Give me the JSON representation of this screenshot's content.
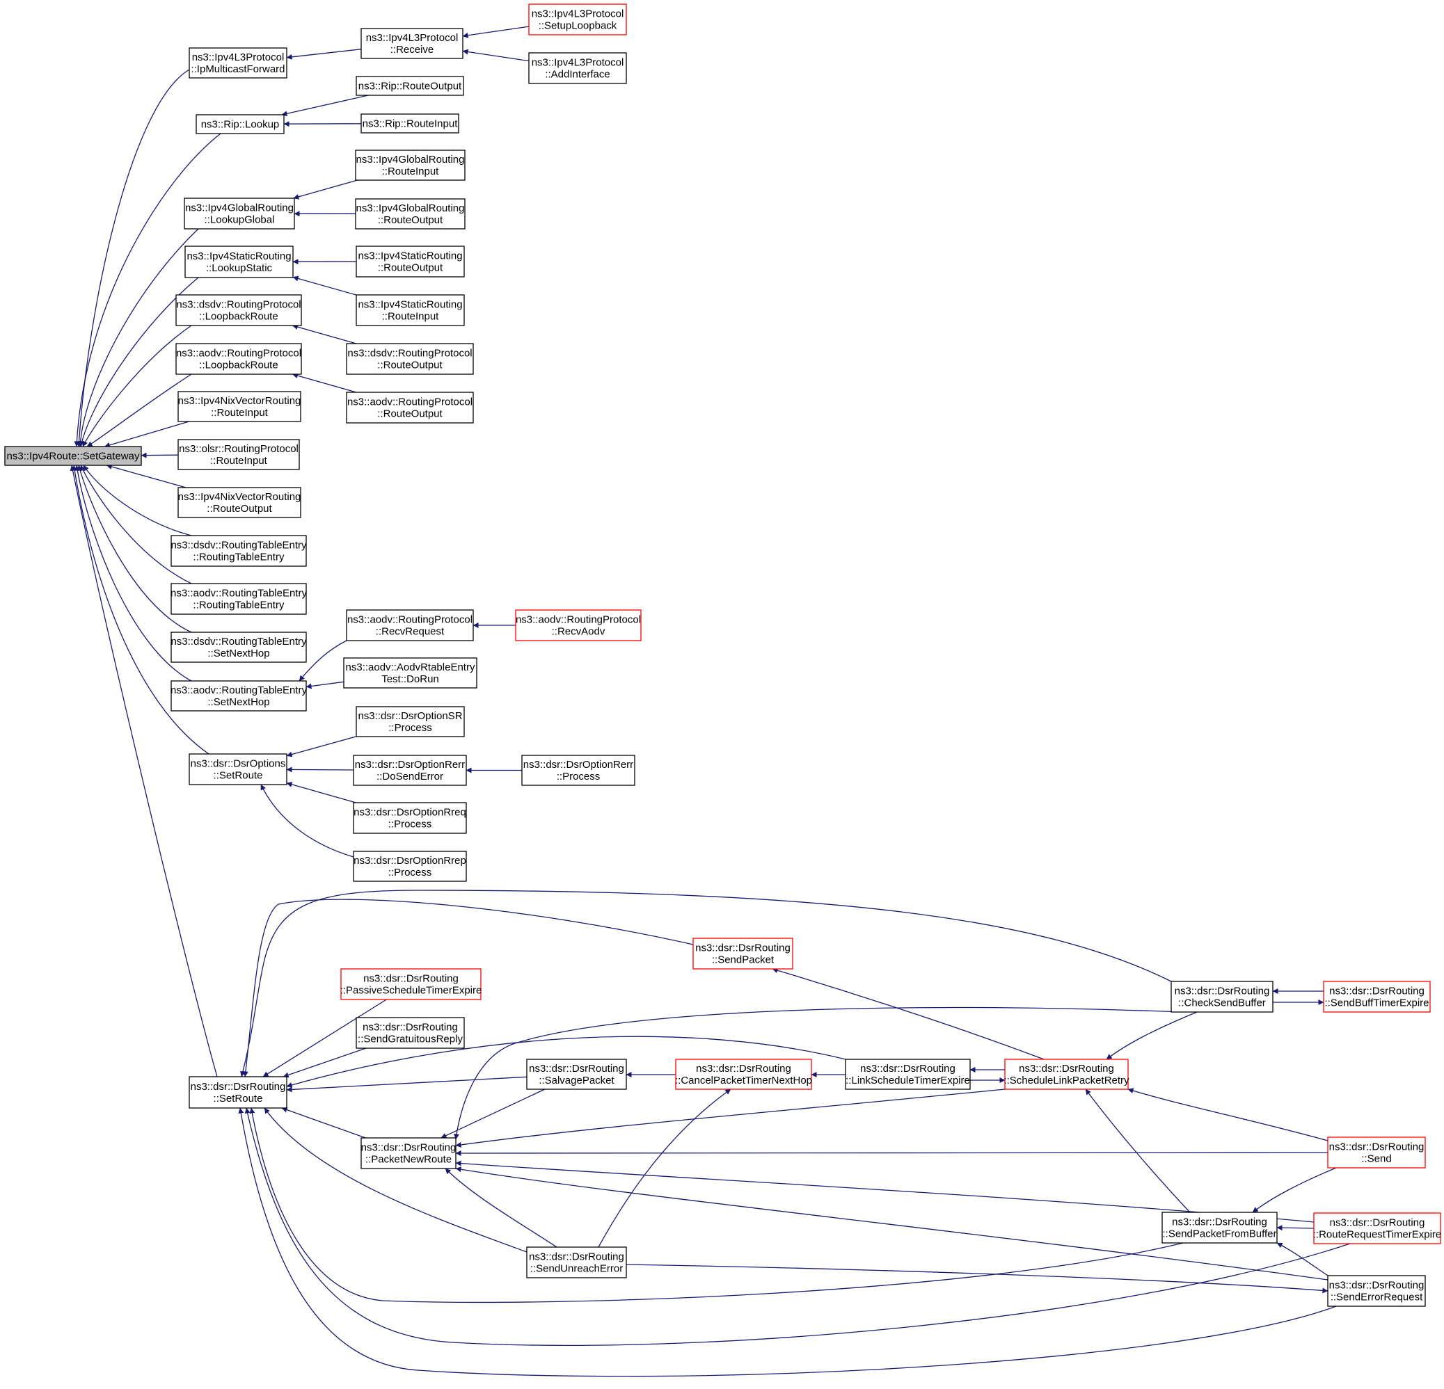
{
  "root": "ns3::Ipv4Route::SetGateway",
  "colors": {
    "edge": "#191970",
    "box_border": "#000000",
    "box_border_truncated": "#ff0000",
    "root_fill": "#bfbfbf",
    "box_fill": "#ffffff"
  },
  "nodes": [
    {
      "id": "root",
      "lines": [
        "ns3::Ipv4Route::SetGateway"
      ],
      "truncated": false,
      "is_root": true
    },
    {
      "id": "ipmf",
      "lines": [
        "ns3::Ipv4L3Protocol",
        "::IpMulticastForward"
      ],
      "truncated": false
    },
    {
      "id": "recv",
      "lines": [
        "ns3::Ipv4L3Protocol",
        "::Receive"
      ],
      "truncated": false
    },
    {
      "id": "setuplb",
      "lines": [
        "ns3::Ipv4L3Protocol",
        "::SetupLoopback"
      ],
      "truncated": true
    },
    {
      "id": "addif",
      "lines": [
        "ns3::Ipv4L3Protocol",
        "::AddInterface"
      ],
      "truncated": false
    },
    {
      "id": "riplookup",
      "lines": [
        "ns3::Rip::Lookup"
      ],
      "truncated": false
    },
    {
      "id": "ripro",
      "lines": [
        "ns3::Rip::RouteOutput"
      ],
      "truncated": false
    },
    {
      "id": "ripri",
      "lines": [
        "ns3::Rip::RouteInput"
      ],
      "truncated": false
    },
    {
      "id": "glookup",
      "lines": [
        "ns3::Ipv4GlobalRouting",
        "::LookupGlobal"
      ],
      "truncated": false
    },
    {
      "id": "gri",
      "lines": [
        "ns3::Ipv4GlobalRouting",
        "::RouteInput"
      ],
      "truncated": false
    },
    {
      "id": "gro",
      "lines": [
        "ns3::Ipv4GlobalRouting",
        "::RouteOutput"
      ],
      "truncated": false
    },
    {
      "id": "slookup",
      "lines": [
        "ns3::Ipv4StaticRouting",
        "::LookupStatic"
      ],
      "truncated": false
    },
    {
      "id": "sro",
      "lines": [
        "ns3::Ipv4StaticRouting",
        "::RouteOutput"
      ],
      "truncated": false
    },
    {
      "id": "sri",
      "lines": [
        "ns3::Ipv4StaticRouting",
        "::RouteInput"
      ],
      "truncated": false
    },
    {
      "id": "dsdvlb",
      "lines": [
        "ns3::dsdv::RoutingProtocol",
        "::LoopbackRoute"
      ],
      "truncated": false
    },
    {
      "id": "dsdvro",
      "lines": [
        "ns3::dsdv::RoutingProtocol",
        "::RouteOutput"
      ],
      "truncated": false
    },
    {
      "id": "aodvlb",
      "lines": [
        "ns3::aodv::RoutingProtocol",
        "::LoopbackRoute"
      ],
      "truncated": false
    },
    {
      "id": "aodvro",
      "lines": [
        "ns3::aodv::RoutingProtocol",
        "::RouteOutput"
      ],
      "truncated": false
    },
    {
      "id": "nixri",
      "lines": [
        "ns3::Ipv4NixVectorRouting",
        "::RouteInput"
      ],
      "truncated": false
    },
    {
      "id": "olsrri",
      "lines": [
        "ns3::olsr::RoutingProtocol",
        "::RouteInput"
      ],
      "truncated": false
    },
    {
      "id": "nixro",
      "lines": [
        "ns3::Ipv4NixVectorRouting",
        "::RouteOutput"
      ],
      "truncated": false
    },
    {
      "id": "dsdvrte",
      "lines": [
        "ns3::dsdv::RoutingTableEntry",
        "::RoutingTableEntry"
      ],
      "truncated": false
    },
    {
      "id": "aodvrte",
      "lines": [
        "ns3::aodv::RoutingTableEntry",
        "::RoutingTableEntry"
      ],
      "truncated": false
    },
    {
      "id": "dsdvnh",
      "lines": [
        "ns3::dsdv::RoutingTableEntry",
        "::SetNextHop"
      ],
      "truncated": false
    },
    {
      "id": "aodvnh",
      "lines": [
        "ns3::aodv::RoutingTableEntry",
        "::SetNextHop"
      ],
      "truncated": false
    },
    {
      "id": "recvreq",
      "lines": [
        "ns3::aodv::RoutingProtocol",
        "::RecvRequest"
      ],
      "truncated": false
    },
    {
      "id": "recvaodv",
      "lines": [
        "ns3::aodv::RoutingProtocol",
        "::RecvAodv"
      ],
      "truncated": true
    },
    {
      "id": "aodvtest",
      "lines": [
        "ns3::aodv::AodvRtableEntry",
        "Test::DoRun"
      ],
      "truncated": false
    },
    {
      "id": "optsr",
      "lines": [
        "ns3::dsr::DsrOptions",
        "::SetRoute"
      ],
      "truncated": false
    },
    {
      "id": "srproc",
      "lines": [
        "ns3::dsr::DsrOptionSR",
        "::Process"
      ],
      "truncated": false
    },
    {
      "id": "rerrsend",
      "lines": [
        "ns3::dsr::DsrOptionRerr",
        "::DoSendError"
      ],
      "truncated": false
    },
    {
      "id": "rerrproc",
      "lines": [
        "ns3::dsr::DsrOptionRerr",
        "::Process"
      ],
      "truncated": false
    },
    {
      "id": "rreqproc",
      "lines": [
        "ns3::dsr::DsrOptionRreq",
        "::Process"
      ],
      "truncated": false
    },
    {
      "id": "rrepproc",
      "lines": [
        "ns3::dsr::DsrOptionRrep",
        "::Process"
      ],
      "truncated": false
    },
    {
      "id": "dsrset",
      "lines": [
        "ns3::dsr::DsrRouting",
        "::SetRoute"
      ],
      "truncated": false
    },
    {
      "id": "passive",
      "lines": [
        "ns3::dsr::DsrRouting",
        "::PassiveScheduleTimerExpire"
      ],
      "truncated": true
    },
    {
      "id": "gratuitous",
      "lines": [
        "ns3::dsr::DsrRouting",
        "::SendGratuitousReply"
      ],
      "truncated": false
    },
    {
      "id": "sendpacket",
      "lines": [
        "ns3::dsr::DsrRouting",
        "::SendPacket"
      ],
      "truncated": true
    },
    {
      "id": "salvage",
      "lines": [
        "ns3::dsr::DsrRouting",
        "::SalvagePacket"
      ],
      "truncated": false
    },
    {
      "id": "pnr",
      "lines": [
        "ns3::dsr::DsrRouting",
        "::PacketNewRoute"
      ],
      "truncated": false
    },
    {
      "id": "unreach",
      "lines": [
        "ns3::dsr::DsrRouting",
        "::SendUnreachError"
      ],
      "truncated": false
    },
    {
      "id": "cancel",
      "lines": [
        "ns3::dsr::DsrRouting",
        "::CancelPacketTimerNextHop"
      ],
      "truncated": true
    },
    {
      "id": "linksched",
      "lines": [
        "ns3::dsr::DsrRouting",
        "::LinkScheduleTimerExpire"
      ],
      "truncated": false
    },
    {
      "id": "schedretry",
      "lines": [
        "ns3::dsr::DsrRouting",
        "::ScheduleLinkPacketRetry"
      ],
      "truncated": true
    },
    {
      "id": "checkbuf",
      "lines": [
        "ns3::dsr::DsrRouting",
        "::CheckSendBuffer"
      ],
      "truncated": false
    },
    {
      "id": "buftimer",
      "lines": [
        "ns3::dsr::DsrRouting",
        "::SendBuffTimerExpire"
      ],
      "truncated": true
    },
    {
      "id": "send",
      "lines": [
        "ns3::dsr::DsrRouting",
        "::Send"
      ],
      "truncated": true
    },
    {
      "id": "spfb",
      "lines": [
        "ns3::dsr::DsrRouting",
        "::SendPacketFromBuffer"
      ],
      "truncated": false
    },
    {
      "id": "rreqtimer",
      "lines": [
        "ns3::dsr::DsrRouting",
        "::RouteRequestTimerExpire"
      ],
      "truncated": true
    },
    {
      "id": "senderr",
      "lines": [
        "ns3::dsr::DsrRouting",
        "::SendErrorRequest"
      ],
      "truncated": false
    }
  ],
  "edges": [
    [
      "ipmf",
      "root"
    ],
    [
      "riplookup",
      "root"
    ],
    [
      "glookup",
      "root"
    ],
    [
      "slookup",
      "root"
    ],
    [
      "dsdvlb",
      "root"
    ],
    [
      "aodvlb",
      "root"
    ],
    [
      "nixri",
      "root"
    ],
    [
      "olsrri",
      "root"
    ],
    [
      "nixro",
      "root"
    ],
    [
      "dsdvrte",
      "root"
    ],
    [
      "aodvrte",
      "root"
    ],
    [
      "dsdvnh",
      "root"
    ],
    [
      "aodvnh",
      "root"
    ],
    [
      "optsr",
      "root"
    ],
    [
      "dsrset",
      "root"
    ],
    [
      "recv",
      "ipmf"
    ],
    [
      "setuplb",
      "recv"
    ],
    [
      "addif",
      "recv"
    ],
    [
      "ripro",
      "riplookup"
    ],
    [
      "ripri",
      "riplookup"
    ],
    [
      "gri",
      "glookup"
    ],
    [
      "gro",
      "glookup"
    ],
    [
      "sro",
      "slookup"
    ],
    [
      "sri",
      "slookup"
    ],
    [
      "dsdvro",
      "dsdvlb"
    ],
    [
      "aodvro",
      "aodvlb"
    ],
    [
      "recvreq",
      "aodvnh"
    ],
    [
      "aodvtest",
      "aodvnh"
    ],
    [
      "recvaodv",
      "recvreq"
    ],
    [
      "srproc",
      "optsr"
    ],
    [
      "rerrsend",
      "optsr"
    ],
    [
      "rreqproc",
      "optsr"
    ],
    [
      "rrepproc",
      "optsr"
    ],
    [
      "rerrproc",
      "rerrsend"
    ],
    [
      "passive",
      "dsrset"
    ],
    [
      "gratuitous",
      "dsrset"
    ],
    [
      "salvage",
      "dsrset"
    ],
    [
      "pnr",
      "dsrset"
    ],
    [
      "unreach",
      "dsrset"
    ],
    [
      "sendpacket",
      "dsrset"
    ],
    [
      "checkbuf",
      "dsrset"
    ],
    [
      "linksched",
      "dsrset"
    ],
    [
      "spfb",
      "dsrset"
    ],
    [
      "rreqtimer",
      "dsrset"
    ],
    [
      "senderr",
      "dsrset"
    ],
    [
      "salvage",
      "pnr"
    ],
    [
      "unreach",
      "pnr"
    ],
    [
      "checkbuf",
      "pnr"
    ],
    [
      "schedretry",
      "pnr"
    ],
    [
      "send",
      "pnr"
    ],
    [
      "rreqtimer",
      "pnr"
    ],
    [
      "senderr",
      "pnr"
    ],
    [
      "cancel",
      "salvage"
    ],
    [
      "linksched",
      "cancel"
    ],
    [
      "unreach",
      "cancel"
    ],
    [
      "schedretry",
      "linksched"
    ],
    [
      "linksched",
      "schedretry"
    ],
    [
      "schedretry",
      "sendpacket"
    ],
    [
      "checkbuf",
      "schedretry"
    ],
    [
      "spfb",
      "schedretry"
    ],
    [
      "send",
      "schedretry"
    ],
    [
      "buftimer",
      "checkbuf"
    ],
    [
      "checkbuf",
      "buftimer"
    ],
    [
      "send",
      "spfb"
    ],
    [
      "rreqtimer",
      "spfb"
    ],
    [
      "senderr",
      "spfb"
    ],
    [
      "unreach",
      "senderr"
    ]
  ]
}
